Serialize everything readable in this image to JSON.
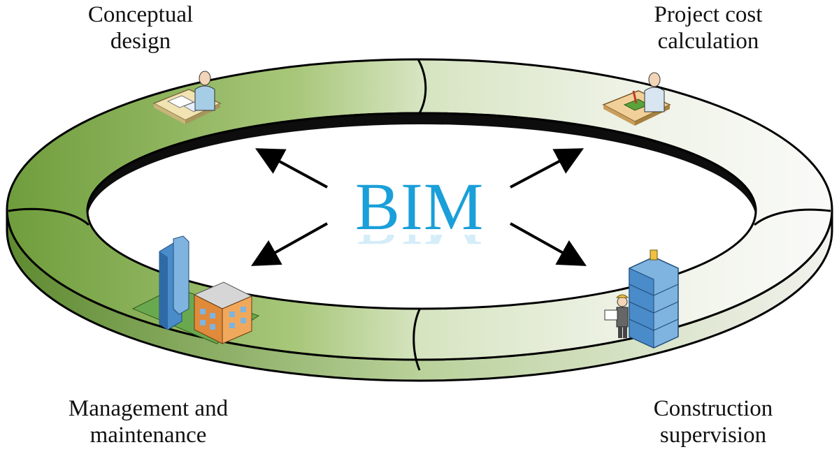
{
  "center_label": "BIM",
  "stages": {
    "conceptual_design": {
      "line1": "Conceptual",
      "line2": "design"
    },
    "project_cost": {
      "line1": "Project cost",
      "line2": "calculation"
    },
    "management": {
      "line1": "Management and",
      "line2": "maintenance"
    },
    "construction": {
      "line1": "Construction",
      "line2": "supervision"
    }
  },
  "colors": {
    "ring_green": "#7faa4a",
    "ring_light": "#f4f4ef",
    "ring_edge": "#000000",
    "bim_blue": "#1a9fd9"
  },
  "icons": {
    "conceptual_design": "designer-at-desk-icon",
    "project_cost": "accountant-at-desk-icon",
    "management": "buildings-icon",
    "construction": "worker-and-building-icon"
  }
}
